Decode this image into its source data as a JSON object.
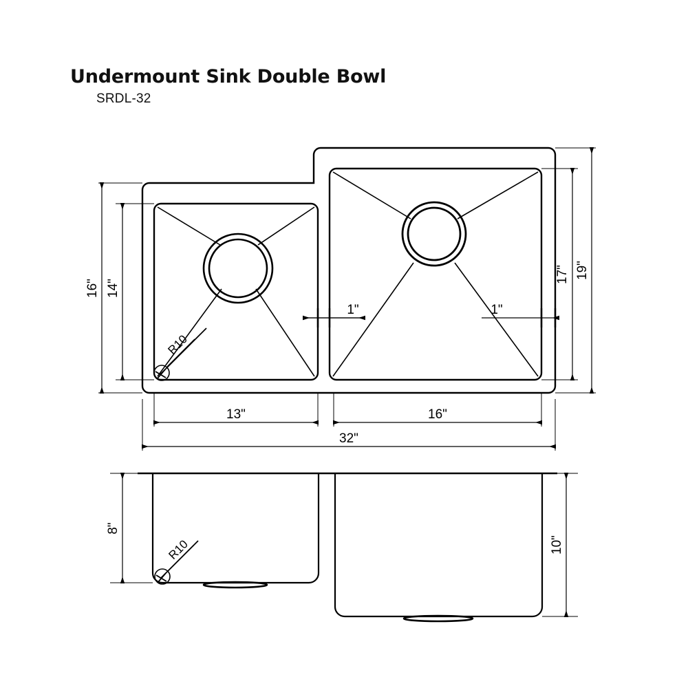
{
  "title_block": {
    "title": "Undermount Sink Double Bowl",
    "model": "SRDL-32"
  },
  "drawing": {
    "type": "technical-dimension-drawing",
    "product": "Undermount Sink Double Bowl",
    "units": "inches",
    "line_color": "#000000",
    "background_color": "#ffffff",
    "views": [
      {
        "name": "plan-view",
        "label": "top"
      },
      {
        "name": "elevation-view",
        "label": "front"
      }
    ]
  },
  "dimensions": {
    "plan": {
      "overall_width": "32\"",
      "left_bowl_width": "13\"",
      "right_bowl_width": "16\"",
      "overall_depth_left": "16\"",
      "inner_depth_left": "14\"",
      "inner_depth_right": "17\"",
      "overall_depth_right": "19\"",
      "rim_left": "1\"",
      "rim_right": "1\"",
      "corner_radius": "R10"
    },
    "elevation": {
      "left_bowl_depth": "8\"",
      "right_bowl_depth": "10\"",
      "corner_radius": "R10"
    }
  },
  "labels": {
    "w32": "32\"",
    "w13": "13\"",
    "w16": "16\"",
    "d16": "16\"",
    "d14": "14\"",
    "d17": "17\"",
    "d19": "19\"",
    "rim_left": "1\"",
    "rim_right": "1\"",
    "radius_plan": "R10",
    "radius_elev": "R10",
    "h8": "8\"",
    "h10": "10\""
  }
}
